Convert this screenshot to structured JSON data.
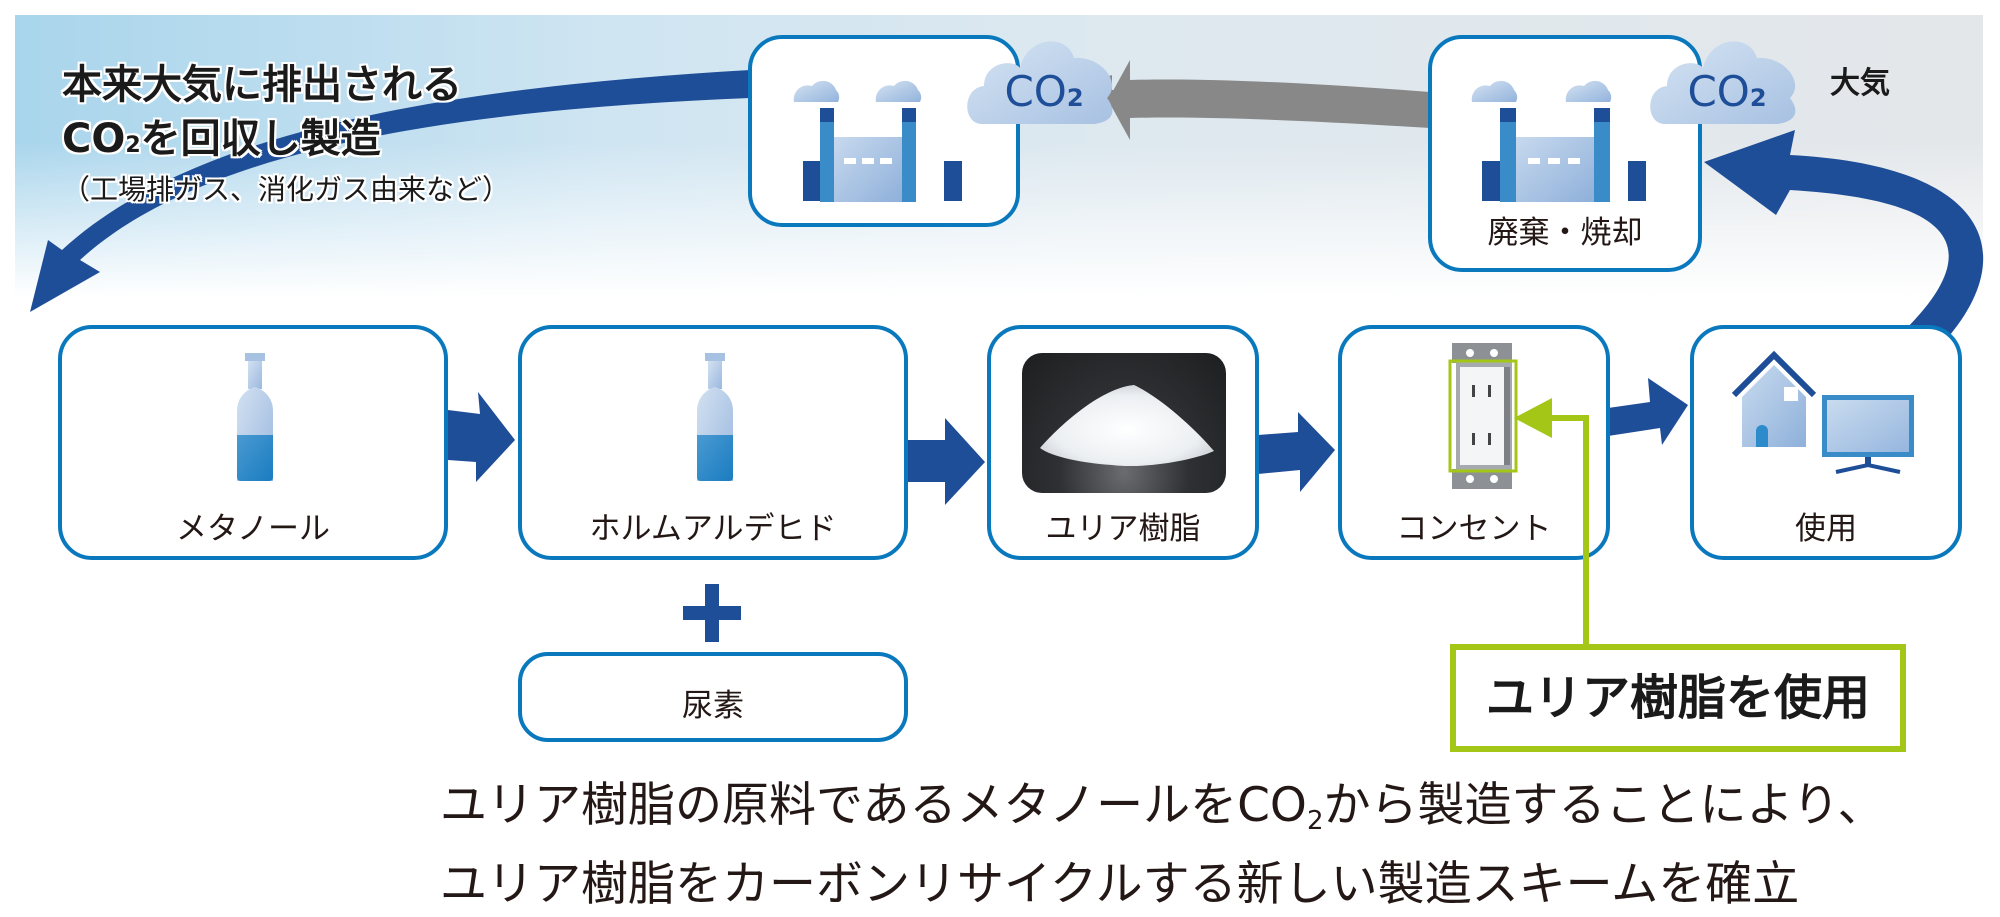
{
  "headline": {
    "line1": "本来大気に排出される",
    "line2_prefix": "CO",
    "line2_sub": "2",
    "line2_suffix": "を回収し製造",
    "note": "（工場排ガス、消化ガス由来など）"
  },
  "atmosphere_label": "大気",
  "co2_clouds": [
    {
      "main": "CO",
      "sub": "2"
    },
    {
      "main": "CO",
      "sub": "2"
    }
  ],
  "upper_boxes": {
    "factory_capture": {
      "icon": "factory-icon",
      "label": ""
    },
    "disposal": {
      "icon": "factory-icon",
      "label": "廃棄・焼却"
    }
  },
  "process_steps": [
    {
      "icon": "bottle-icon",
      "label": "メタノール"
    },
    {
      "icon": "bottle-icon",
      "label": "ホルムアルデヒド"
    },
    {
      "icon": "powder-photo",
      "label": "ユリア樹脂"
    },
    {
      "icon": "outlet-photo",
      "label": "コンセント"
    },
    {
      "icon": "house-monitor-icon",
      "label": "使用"
    }
  ],
  "additive": {
    "operator": "+",
    "label": "尿素"
  },
  "callout": {
    "text": "ユリア樹脂を使用"
  },
  "summary": {
    "line1_prefix": "ユリア樹脂の原料であるメタノールをCO",
    "line1_sub": "2",
    "line1_suffix": "から製造することにより、",
    "line2": "ユリア樹脂をカーボンリサイクルする新しい製造スキームを確立"
  },
  "colors": {
    "box_border": "#0a78bd",
    "flow_arrow": "#1f4e98",
    "gray_arrow": "#888888",
    "highlight_green": "#a4c617",
    "text": "#231815"
  }
}
